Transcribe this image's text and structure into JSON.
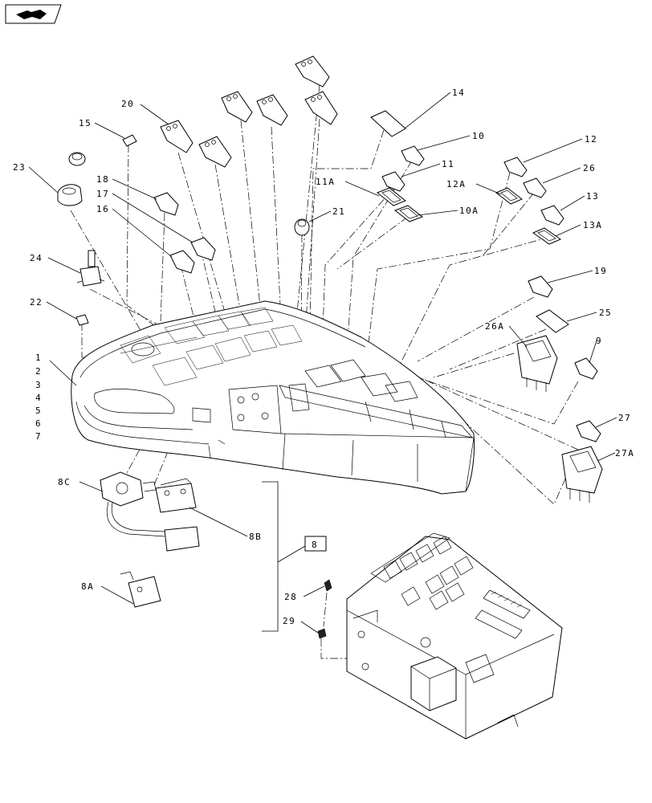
{
  "diagram": {
    "nav_icon": "forward-arrow-icon",
    "group_label": "8",
    "callouts": {
      "c1": "1",
      "c2": "2",
      "c3": "3",
      "c4": "4",
      "c5": "5",
      "c6": "6",
      "c7": "7",
      "c8a": "8A",
      "c8b": "8B",
      "c8c": "8C",
      "c9": "9",
      "c10": "10",
      "c10a": "10A",
      "c11": "11",
      "c11a": "11A",
      "c12": "12",
      "c12a": "12A",
      "c13": "13",
      "c13a": "13A",
      "c14": "14",
      "c15": "15",
      "c16": "16",
      "c17": "17",
      "c18": "18",
      "c19": "19",
      "c20": "20",
      "c21": "21",
      "c22": "22",
      "c23": "23",
      "c24": "24",
      "c25": "25",
      "c26": "26",
      "c26a": "26A",
      "c27": "27",
      "c27a": "27A",
      "c28": "28",
      "c29": "29"
    }
  }
}
